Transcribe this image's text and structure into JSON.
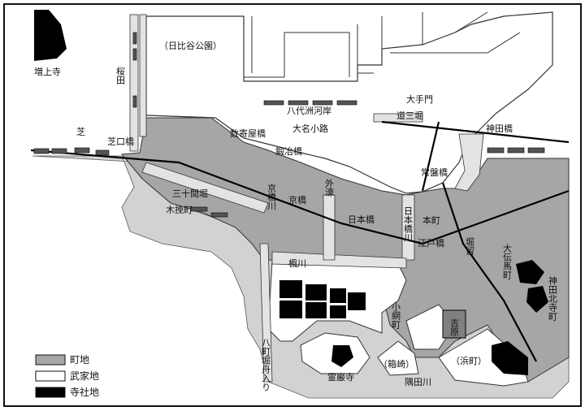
{
  "map": {
    "colors": {
      "frame": "#111111",
      "townland": "#a6a6a6",
      "samurai": "#ffffff",
      "temple": "#000000",
      "road": "#d2d2d2",
      "outline": "#333333"
    },
    "labels": {
      "zojoji": "増上寺",
      "sakurada": "桜田",
      "hibiya": "（日比谷公園）",
      "ote": "大手門",
      "dosanbori": "道三堀",
      "kanda_bashi": "神田橋",
      "yayosu": "八代洲河岸",
      "daimyo": "大名小路",
      "sukiyabashi": "数寄屋橋",
      "kajibashi": "鍛冶橋",
      "tokiwabashi": "常盤橋",
      "shiba": "芝",
      "shibaguchi": "芝口橋",
      "sanjukenbori": "三十間堀",
      "kobikicho": "木挽町",
      "kyobashi_river": "京橋川",
      "kyobashi": "京橋",
      "sotobori": "外濠",
      "nihonbashi": "日本橋",
      "nihonbashi_river": "日本橋川",
      "honcho": "本町",
      "edobashi": "江戸橋",
      "horidome": "堀留",
      "odenmacho": "大伝馬町",
      "kandakitateramachi": "神田北寺町",
      "kaede": "楓川",
      "koamicho": "小網町",
      "yoshiwara": "吉原",
      "hacchobori": "八町堀舟入り",
      "reiganji": "霊巌寺",
      "hakozaki": "（箱崎）",
      "hamacho": "（浜町）",
      "sumida": "隅田川"
    },
    "legend": [
      {
        "label": "町地",
        "color": "#a6a6a6"
      },
      {
        "label": "武家地",
        "color": "#ffffff"
      },
      {
        "label": "寺社地",
        "color": "#000000"
      }
    ]
  }
}
